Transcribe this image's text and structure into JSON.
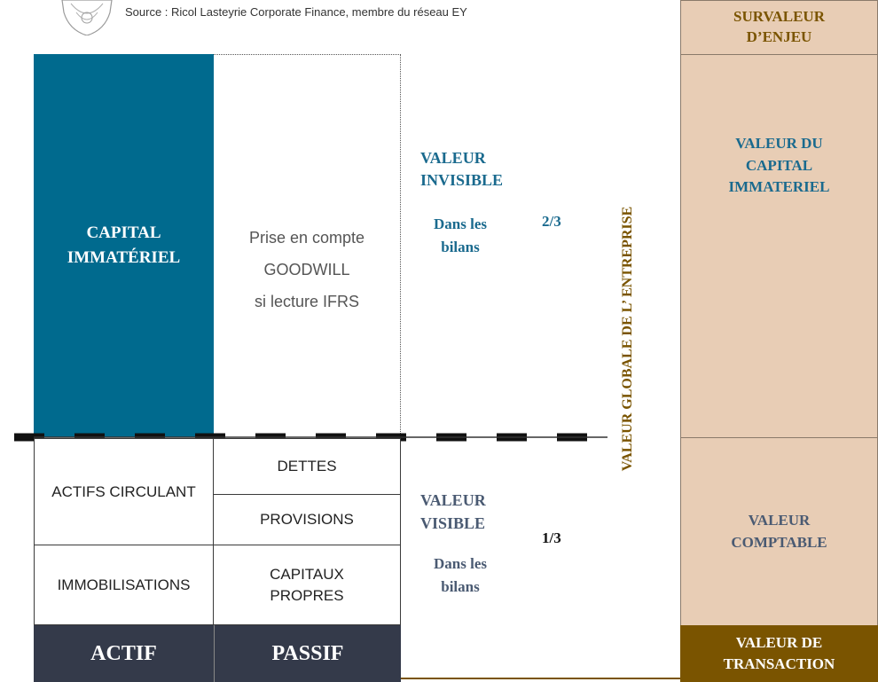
{
  "source": "Source : Ricol Lasteyrie Corporate Finance, membre du réseau EY",
  "logo_icon": "crest-logo-icon",
  "colors": {
    "teal": "#006a8e",
    "dark_navy": "#343a4a",
    "tan": "#e8cdb5",
    "gold_brown": "#7a5400",
    "slate": "#4a5a72"
  },
  "left": {
    "capital_immateriel": "CAPITAL\nIMMATÉRIEL",
    "goodwill": "Prise en compte\nGOODWILL\nsi lecture IFRS",
    "actifs_circulant": "ACTIFS CIRCULANT",
    "immobilisations": "IMMOBILISATIONS",
    "dettes": "DETTES",
    "provisions": "PROVISIONS",
    "capitaux_propres": "CAPITAUX\nPROPRES",
    "actif": "ACTIF",
    "passif": "PASSIF"
  },
  "middle": {
    "valeur_invisible": "VALEUR\nINVISIBLE",
    "dans_les_bilans_top": "Dans les\nbilans",
    "ratio_top": "2/3",
    "valeur_visible": "VALEUR\nVISIBLE",
    "dans_les_bilans_bottom": "Dans les\nbilans",
    "ratio_bottom": "1/3",
    "vertical_label": "VALEUR GLOBALE DE L’ ENTREPRISE"
  },
  "right": {
    "survaleur": "SURVALEUR\nD’ENJEU",
    "valeur_capital": "VALEUR DU\nCAPITAL\nIMMATERIEL",
    "valeur_comptable": "VALEUR\nCOMPTABLE",
    "valeur_transaction": "VALEUR DE\nTRANSACTION"
  }
}
